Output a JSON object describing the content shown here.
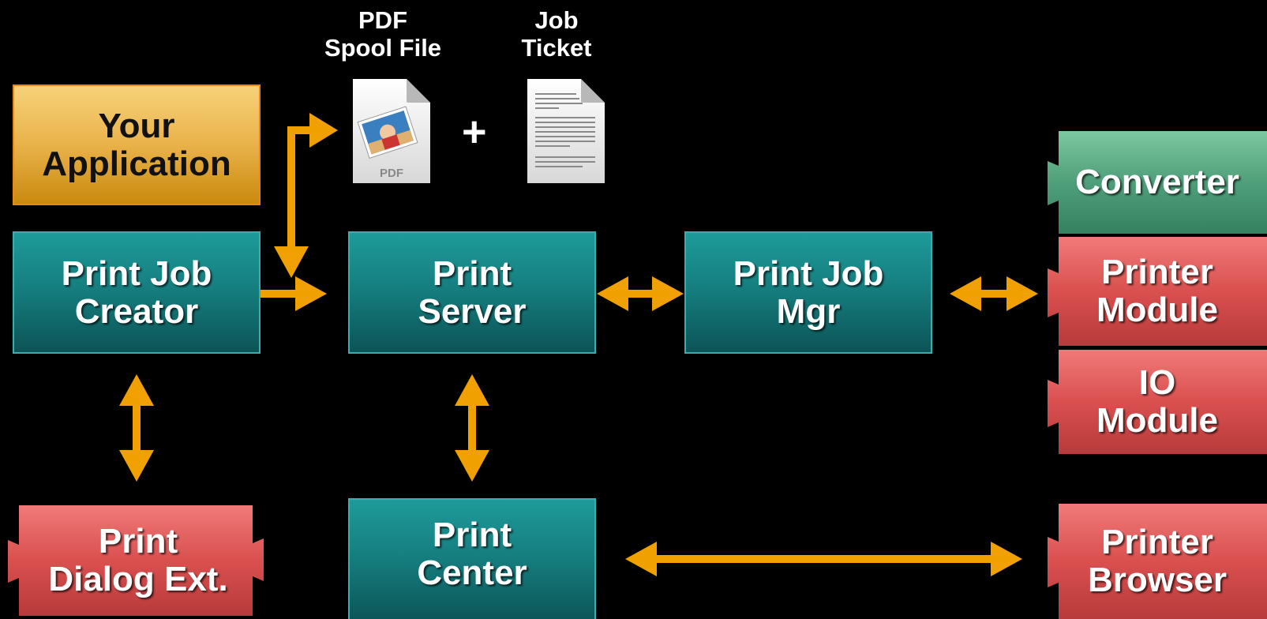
{
  "labels": {
    "pdf_spool": [
      "PDF",
      "Spool File"
    ],
    "job_ticket": [
      "Job",
      "Ticket"
    ],
    "plus": "+",
    "pdf_badge": "PDF"
  },
  "boxes": {
    "your_application": [
      "Your",
      "Application"
    ],
    "print_job_creator": [
      "Print Job",
      "Creator"
    ],
    "print_server": [
      "Print",
      "Server"
    ],
    "print_job_mgr": [
      "Print Job",
      "Mgr"
    ],
    "print_center": [
      "Print",
      "Center"
    ],
    "print_dialog_ext": [
      "Print",
      "Dialog Ext."
    ],
    "converter": [
      "Converter"
    ],
    "printer_module": [
      "Printer",
      "Module"
    ],
    "io_module": [
      "IO",
      "Module"
    ],
    "printer_browser": [
      "Printer",
      "Browser"
    ]
  },
  "colors": {
    "arrow": "#f0a000",
    "teal": "#168a8a",
    "gold": "#e9b24a",
    "red_plugin": "#d9504f",
    "green_plugin": "#4f9f7a",
    "background": "#000000"
  },
  "icons": {
    "pdf_document": "pdf-document-icon",
    "text_document": "text-document-icon"
  }
}
